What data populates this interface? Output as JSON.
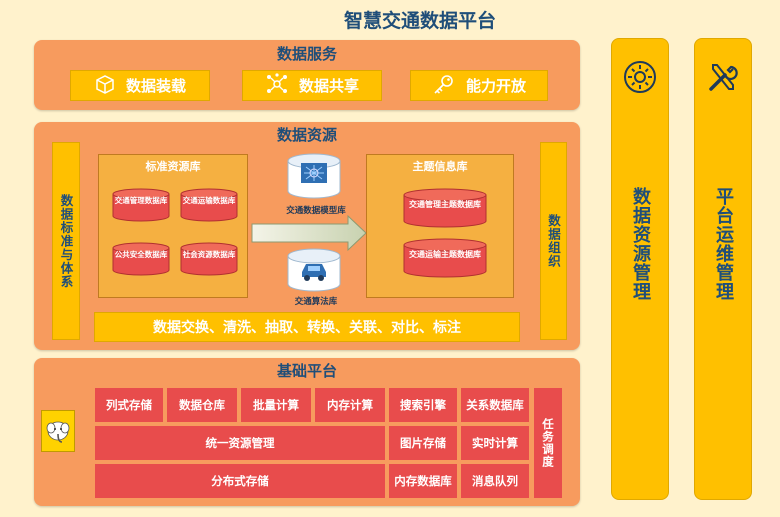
{
  "title": "智慧交通数据平台",
  "data_service": {
    "title": "数据服务",
    "buttons": [
      {
        "label": "数据装载",
        "icon": "box-icon"
      },
      {
        "label": "数据共享",
        "icon": "network-icon"
      },
      {
        "label": "能力开放",
        "icon": "key-icon"
      }
    ]
  },
  "data_resource": {
    "title": "数据资源",
    "left_bar": "数据标准与体系",
    "right_bar": "数据组织",
    "standard_lib": {
      "title": "标准资源库",
      "items": [
        "交通管理数据库",
        "交通运输数据库",
        "公共安全数据库",
        "社会资源数据库"
      ]
    },
    "model_lib": "交通数据模型库",
    "algo_lib": "交通算法库",
    "topic_lib": {
      "title": "主题信息库",
      "items": [
        "交通管理主题数据库",
        "交通运输主题数据库"
      ]
    },
    "process_bar": "数据交换、清洗、抽取、转换、关联、对比、标注"
  },
  "base_platform": {
    "title": "基础平台",
    "row1": [
      "列式存储",
      "数据仓库",
      "批量计算",
      "内存计算",
      "搜索引擎",
      "关系数据库"
    ],
    "unified": "统一资源管理",
    "image_store": "图片存储",
    "realtime": "实时计算",
    "distributed": "分布式存储",
    "memdb": "内存数据库",
    "mq": "消息队列",
    "scheduler": "任务调度"
  },
  "side_panels": {
    "resource_mgmt": "数据资源管理",
    "ops_mgmt": "平台运维管理"
  },
  "colors": {
    "panel": "#F79B5E",
    "yellow": "#FFC000",
    "red": "#E84C4C",
    "title_blue": "#1F4E79"
  }
}
